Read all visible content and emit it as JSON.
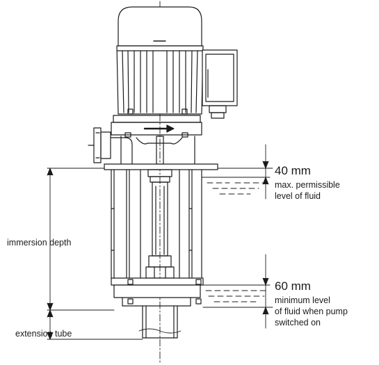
{
  "labels": {
    "top_dimension": "40 mm",
    "top_caption_line1": "max. permissible",
    "top_caption_line2": "level of fluid",
    "immersion_depth": "immersion depth",
    "bottom_dimension": "60 mm",
    "bottom_caption_line1": "minimum level",
    "bottom_caption_line2": "of fluid when pump",
    "bottom_caption_line3": "switched on",
    "extension_tube": "extension tube"
  },
  "colors": {
    "line": "#1a1a1a",
    "motor_fill": "#ffffff",
    "shade": "#d9d9d9",
    "background": "#ffffff"
  }
}
